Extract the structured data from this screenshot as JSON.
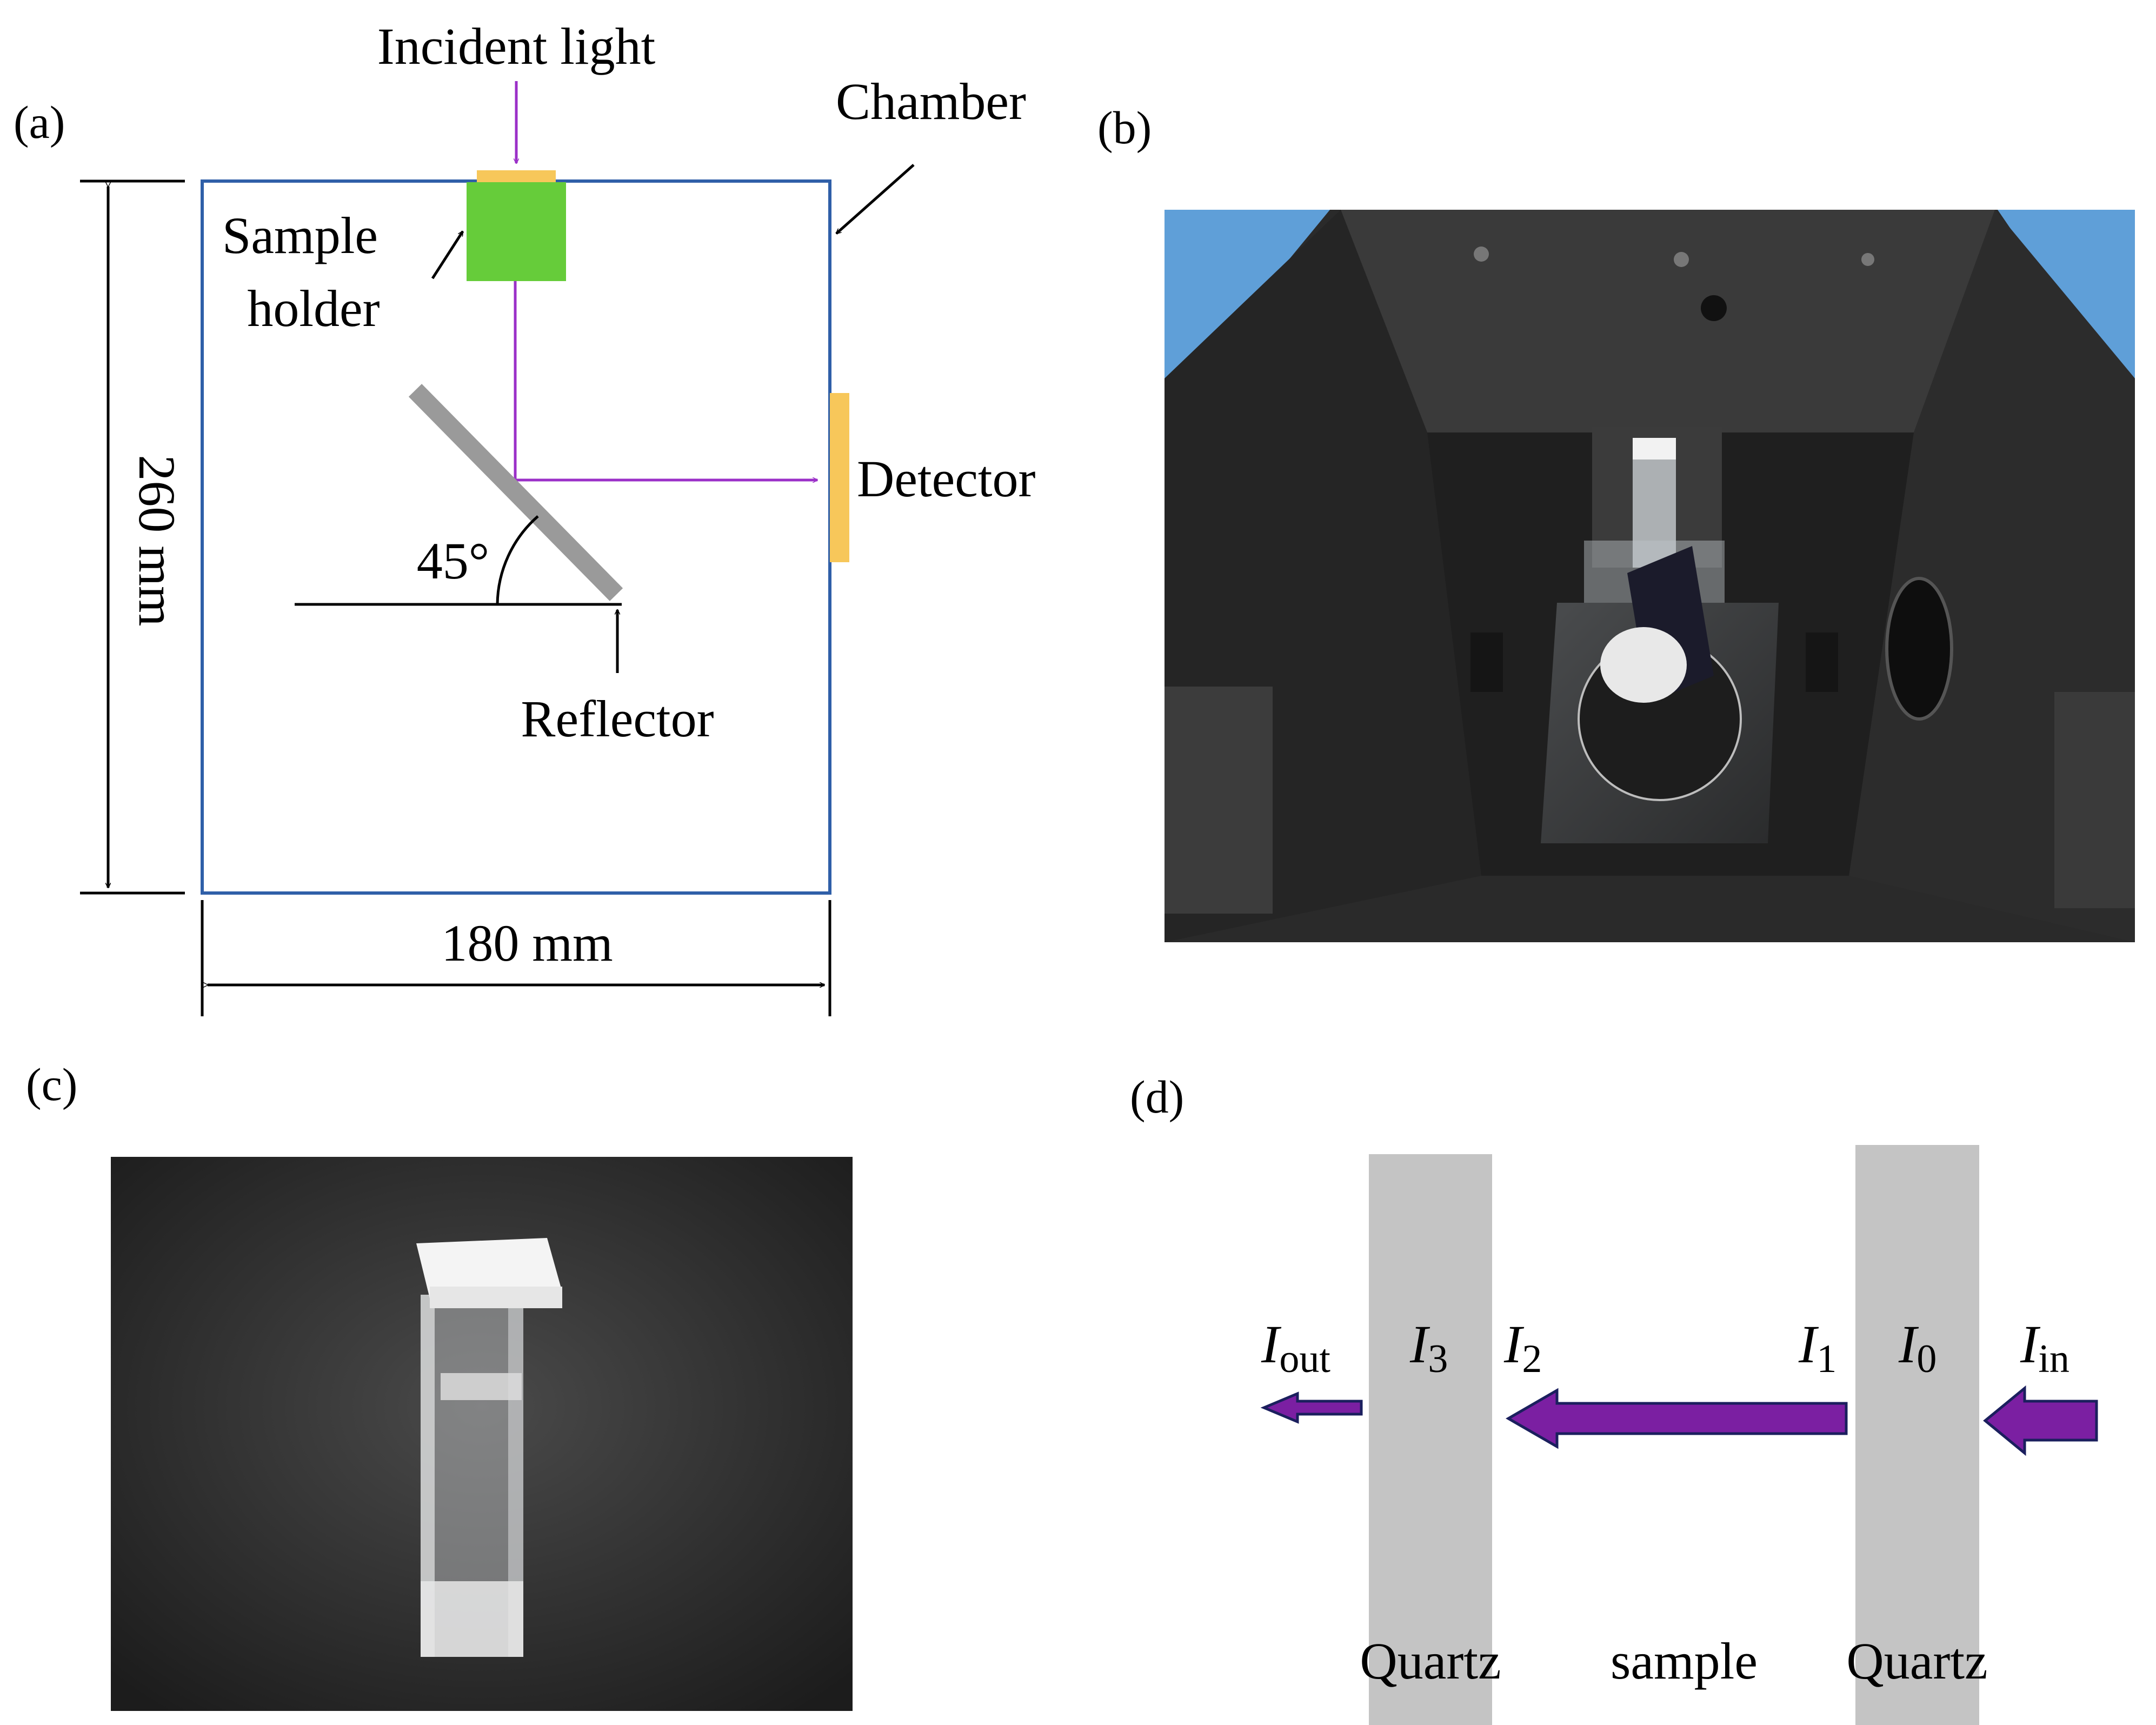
{
  "panels": {
    "a": {
      "label": "(a)",
      "incident_light": "Incident light",
      "chamber": "Chamber",
      "sample_holder_line1": "Sample",
      "sample_holder_line2": "holder",
      "detector": "Detector",
      "angle": "45°",
      "reflector": "Reflector",
      "height": "260 mm",
      "width": "180 mm"
    },
    "b": {
      "label": "(b)"
    },
    "c": {
      "label": "(c)"
    },
    "d": {
      "label": "(d)",
      "quartz_left": "Quartz",
      "sample": "sample",
      "quartz_right": "Quartz",
      "I_out": {
        "base": "I",
        "sub": "out"
      },
      "I3": {
        "base": "I",
        "sub": "3"
      },
      "I2": {
        "base": "I",
        "sub": "2"
      },
      "I1": {
        "base": "I",
        "sub": "1"
      },
      "I0": {
        "base": "I",
        "sub": "0"
      },
      "I_in": {
        "base": "I",
        "sub": "in"
      }
    }
  },
  "colors": {
    "chamber_outline": "#2f5fa8",
    "beam": "#9b30c8",
    "sample_holder": "#66cc3a",
    "detector": "#f7c75a",
    "reflector": "#9a9a9a",
    "quartz": "#c4c4c4",
    "arrow_fill": "#7b1fa2",
    "arrow_stroke": "#1b1f5e"
  }
}
